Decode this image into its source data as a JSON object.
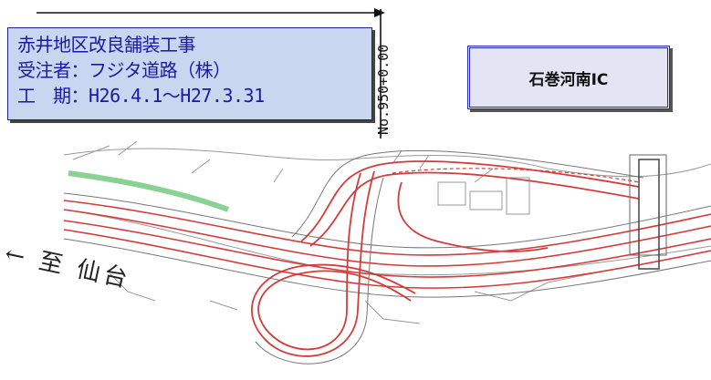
{
  "project": {
    "line1": "赤井地区改良舗装工事",
    "line2": "受注者：フジタ道路（株）",
    "line3": "工　期：H26.4.1～H27.3.31"
  },
  "interchange": {
    "name": "石巻河南IC"
  },
  "station": {
    "label": "No.950+0.00"
  },
  "direction": {
    "label": "← 至 仙台"
  },
  "colors": {
    "box_fill": "#c8d6f0",
    "box_text": "#1a1aa0",
    "road_red": "#d23c3c",
    "road_green": "#3cb44b"
  }
}
